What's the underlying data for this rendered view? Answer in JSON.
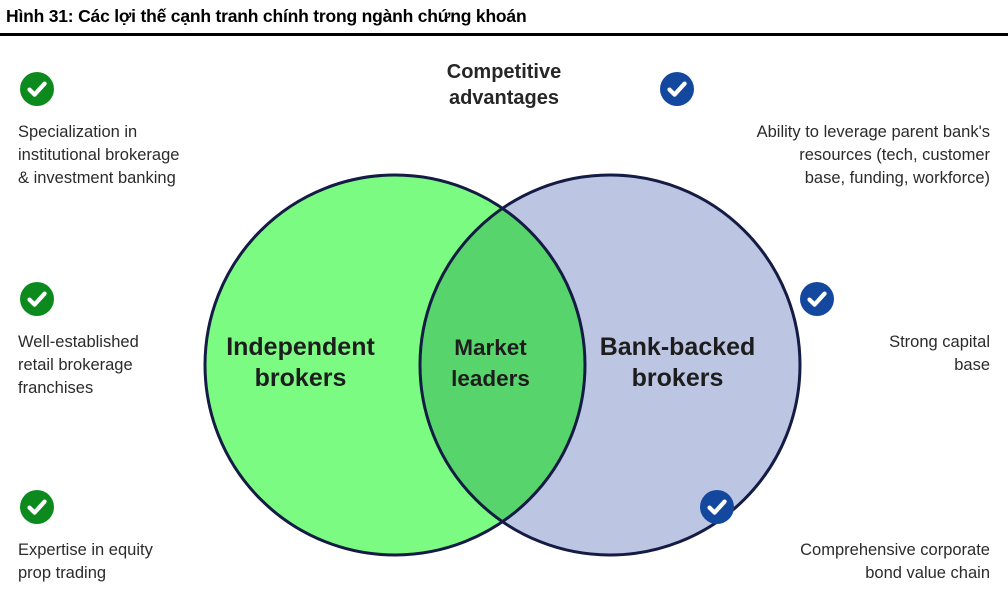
{
  "header": {
    "title": "Hình 31: Các lợi thế cạnh tranh chính trong ngành chứng khoán"
  },
  "center_caption": "Competitive\nadvantages",
  "venn": {
    "left_label": "Independent\nbrokers",
    "overlap_label": "Market\nleaders",
    "right_label": "Bank-backed\nbrokers",
    "colors": {
      "left_fill": "#7CFB82",
      "right_fill": "#BCC6E3",
      "overlap_fill": "#57D46B",
      "stroke": "#141B44"
    }
  },
  "left_items": [
    {
      "icon": "check-circle-icon",
      "color": "#0C8A1E",
      "text": "Specialization in\ninstitutional brokerage\n& investment banking"
    },
    {
      "icon": "check-circle-icon",
      "color": "#0C8A1E",
      "text": "Well-established\nretail brokerage\nfranchises"
    },
    {
      "icon": "check-circle-icon",
      "color": "#0C8A1E",
      "text": "Expertise in equity\nprop trading"
    }
  ],
  "right_items": [
    {
      "icon": "check-circle-icon",
      "color": "#14489E",
      "text": "Ability to leverage parent bank's\nresources (tech, customer\nbase,  funding, workforce)"
    },
    {
      "icon": "check-circle-icon",
      "color": "#14489E",
      "text": "Strong capital\nbase"
    },
    {
      "icon": "check-circle-icon",
      "color": "#14489E",
      "text": "Comprehensive corporate\nbond value chain"
    }
  ]
}
